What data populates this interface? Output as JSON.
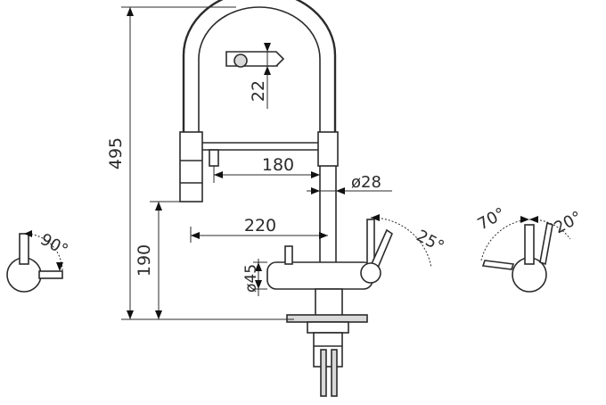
{
  "dimensions": {
    "total_height": "495",
    "spout_height": "190",
    "arc_offset": "22",
    "reach_short": "180",
    "reach_long": "220",
    "spout_diameter": "ø28",
    "body_diameter": "ø45"
  },
  "angles": {
    "left_handle": "90°",
    "right_handle": "25°",
    "lever_left": "70°",
    "lever_right": "20°"
  }
}
